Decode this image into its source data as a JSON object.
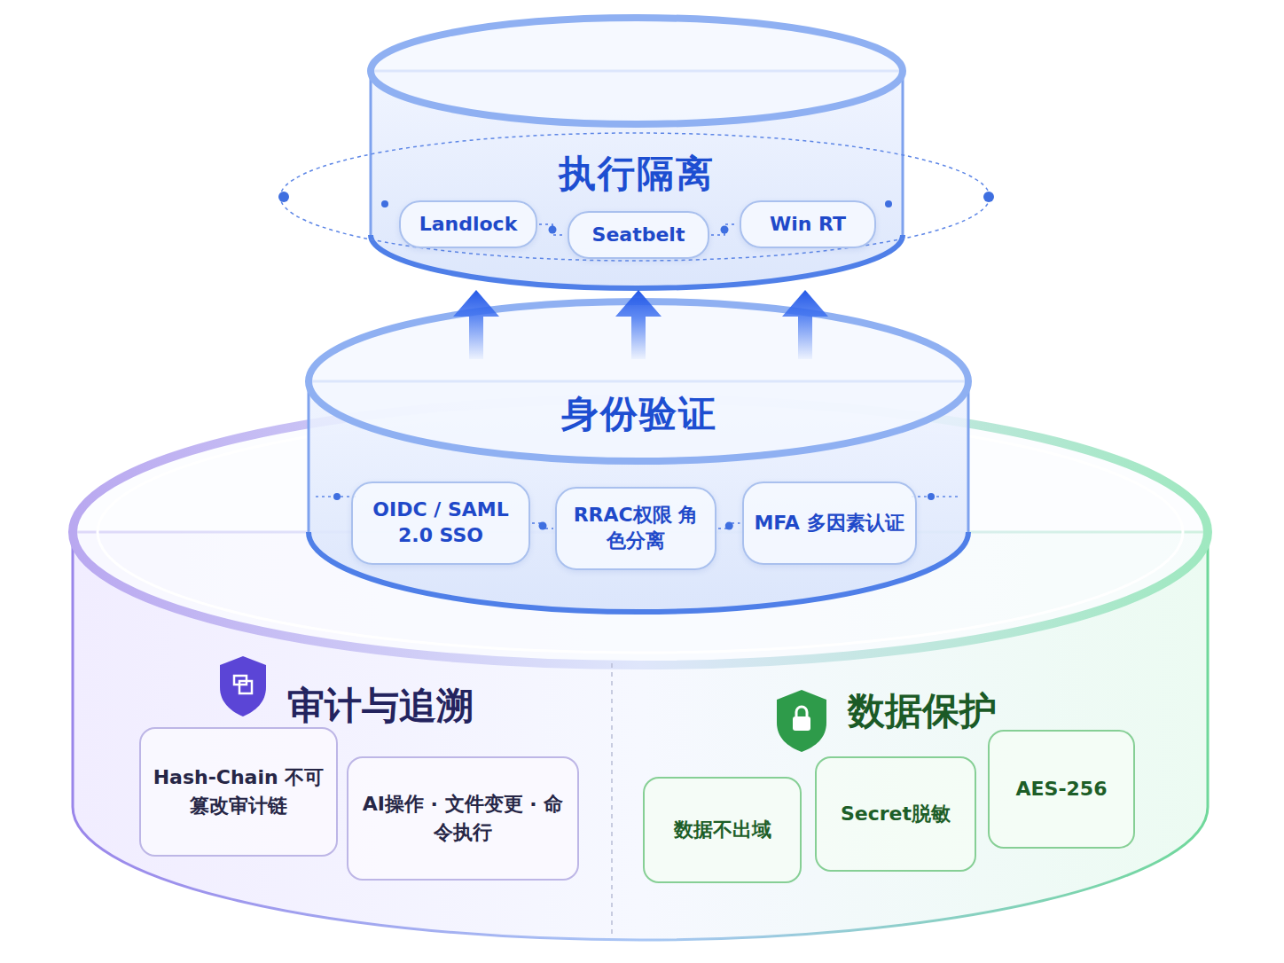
{
  "diagram": {
    "nodes": [
      {
        "text": [
          "执行隔离"
        ]
      },
      {
        "text": [
          "Landlock"
        ],
        "in": 0
      },
      {
        "text": [
          "Seatbelt"
        ],
        "in": 0
      },
      {
        "text": [
          "Win RT"
        ],
        "in": 0
      },
      {
        "text": [
          "身份验证"
        ]
      },
      {
        "text": [
          "OIDC / SAML 2.0 SSO"
        ],
        "in": 4
      },
      {
        "text": [
          "RRAC权限 角色分离"
        ],
        "in": 4
      },
      {
        "text": [
          "MFA 多因素认证"
        ],
        "in": 4
      },
      {
        "text": [
          "审计与追溯"
        ]
      },
      {
        "text": [
          "Hash-Chain 不可篡改审计链"
        ],
        "in": 8
      },
      {
        "text": [
          "AI操作 · 文件变更 · 命令执行"
        ],
        "in": 8
      },
      {
        "text": [
          "数据保护"
        ]
      },
      {
        "text": [
          "数据不出域"
        ],
        "in": 11
      },
      {
        "text": [
          "Secret脱敏"
        ],
        "in": 11
      },
      {
        "text": [
          "AES-256"
        ],
        "in": 11
      }
    ],
    "edges": [
      {
        "from": 1,
        "to": 2,
        "arrow": "none"
      },
      {
        "from": 2,
        "to": 3,
        "arrow": "none"
      },
      {
        "from": 5,
        "to": 6,
        "arrow": "none"
      },
      {
        "from": 6,
        "to": 7,
        "arrow": "none"
      },
      {
        "from": 4,
        "to": 0,
        "arrow": "to"
      },
      {
        "from": 4,
        "to": 0,
        "arrow": "to"
      },
      {
        "from": 4,
        "to": 0,
        "arrow": "to"
      }
    ]
  }
}
